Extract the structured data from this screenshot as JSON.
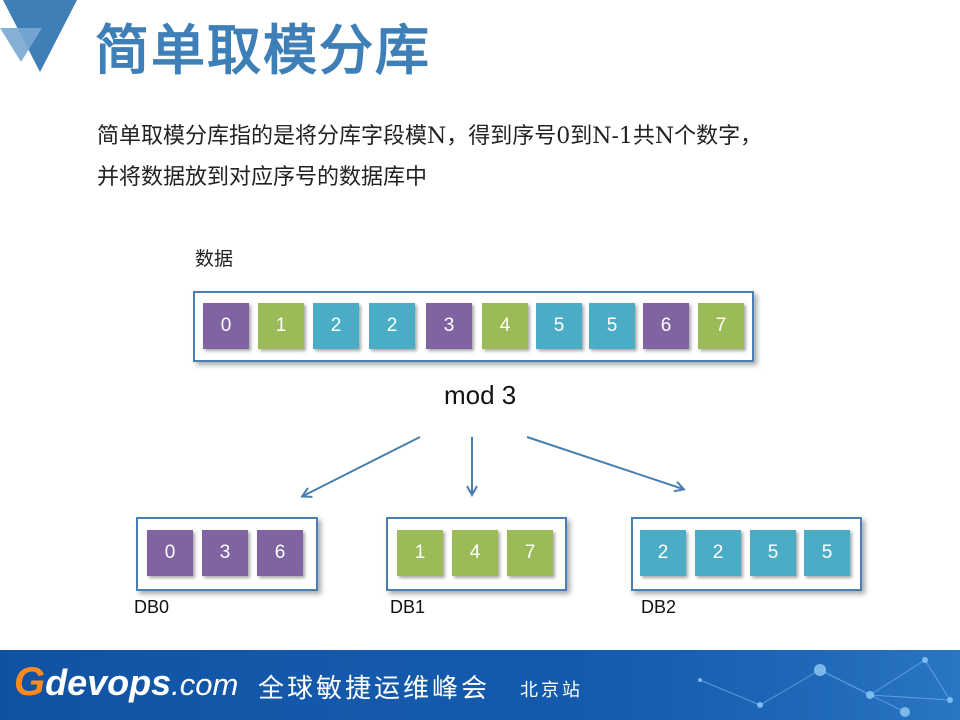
{
  "title": "简单取模分库",
  "description": {
    "line1": "简单取模分库指的是将分库字段模N，得到序号0到N-1共N个数字，",
    "line2": "并将数据放到对应序号的数据库中"
  },
  "data_label": "数据",
  "data_items": [
    {
      "label": "0",
      "color": "purple"
    },
    {
      "label": "1",
      "color": "green"
    },
    {
      "label": "2",
      "color": "teal"
    },
    {
      "label": "2",
      "color": "teal"
    },
    {
      "label": "3",
      "color": "purple"
    },
    {
      "label": "4",
      "color": "green"
    },
    {
      "label": "5",
      "color": "teal"
    },
    {
      "label": "5",
      "color": "teal"
    },
    {
      "label": "6",
      "color": "purple"
    },
    {
      "label": "7",
      "color": "green"
    }
  ],
  "operation_label": "mod 3",
  "databases": [
    {
      "name": "DB0",
      "items": [
        "0",
        "3",
        "6"
      ],
      "color": "purple"
    },
    {
      "name": "DB1",
      "items": [
        "1",
        "4",
        "7"
      ],
      "color": "green"
    },
    {
      "name": "DB2",
      "items": [
        "2",
        "2",
        "5",
        "5"
      ],
      "color": "teal"
    }
  ],
  "colors": {
    "purple": "#8064a2",
    "green": "#9bbb59",
    "teal": "#4bacc6",
    "accent": "#3f7fb7",
    "footer": "#1257a8"
  },
  "footer": {
    "brand_g": "G",
    "brand_devops": "devops",
    "brand_com": ".com",
    "tagline": "全球敏捷运维峰会",
    "station": "北京站"
  }
}
